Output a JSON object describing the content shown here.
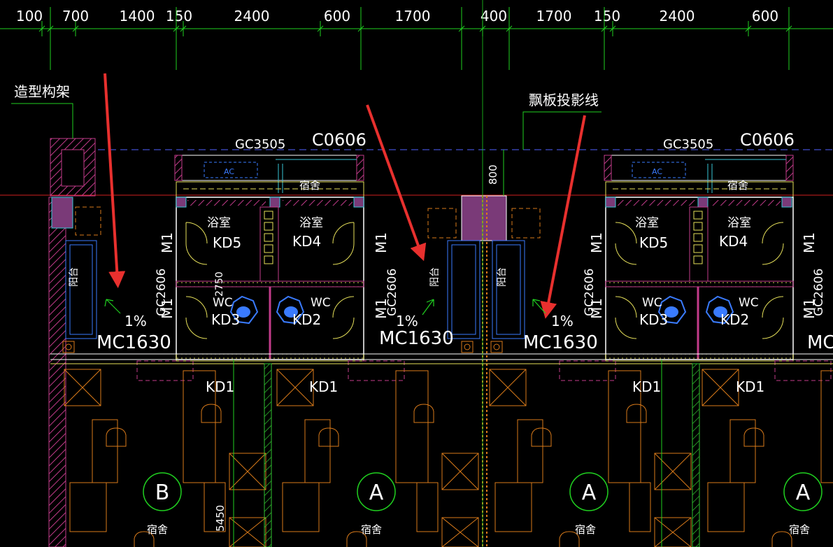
{
  "colors": {
    "background": "#000000",
    "dimension": "#20d020",
    "wall": "#ffffff",
    "hatch": "#c23b8a",
    "furniture": "#d97a1a",
    "text": "#ffffff",
    "arrow": "#e8302e",
    "blue": "#3a7bff",
    "yellow": "#e6e05a",
    "cyan": "#39c6d6",
    "magenta_fill": "#7a3a78",
    "grid_bubble": "#20d020",
    "axis_red": "#d02020"
  },
  "dimensions_top": [
    "100",
    "700",
    "1400",
    "150",
    "2400",
    "600",
    "1700",
    "400",
    "1700",
    "150",
    "2400",
    "600"
  ],
  "callouts": {
    "frame": "造型构架",
    "canopy_line": "飘板投影线"
  },
  "labels": {
    "gc3505": "GC3505",
    "c0606": "C0606",
    "ac": "AC",
    "dorm": "宿舍",
    "bath": "浴室",
    "wc": "WC",
    "balcony": "阳台",
    "m1": "M1",
    "gc2606": "GC2606",
    "mc1630": "MC1630",
    "slope": "1%",
    "kd1": "KD1",
    "kd2": "KD2",
    "kd3": "KD3",
    "kd4": "KD4",
    "kd5": "KD5",
    "dim_800": "800",
    "dim_2750": "2750",
    "dim_5450": "5450",
    "mc_partial": "MC"
  },
  "axis_bubbles": [
    "B",
    "A",
    "A",
    "A"
  ]
}
